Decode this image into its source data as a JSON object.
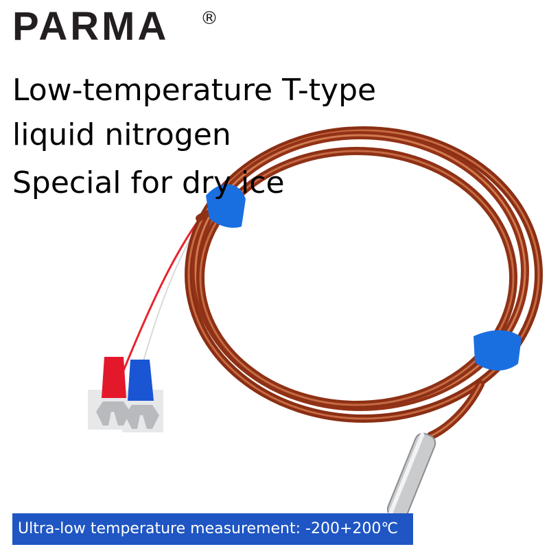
{
  "brand": {
    "name": "PARMA",
    "registered_mark": "®"
  },
  "headline": [
    "Low-temperature T-type",
    "liquid nitrogen",
    "Special for dry ice"
  ],
  "banner": "Ultra-low temperature measurement: -200+200℃",
  "colors": {
    "cable": "#9a3518",
    "cable_highlight": "#d2784e",
    "tape": "#1a6fe0",
    "red_terminal": "#e3192b",
    "blue_terminal": "#1a56d4",
    "banner": "#1f56c3"
  }
}
